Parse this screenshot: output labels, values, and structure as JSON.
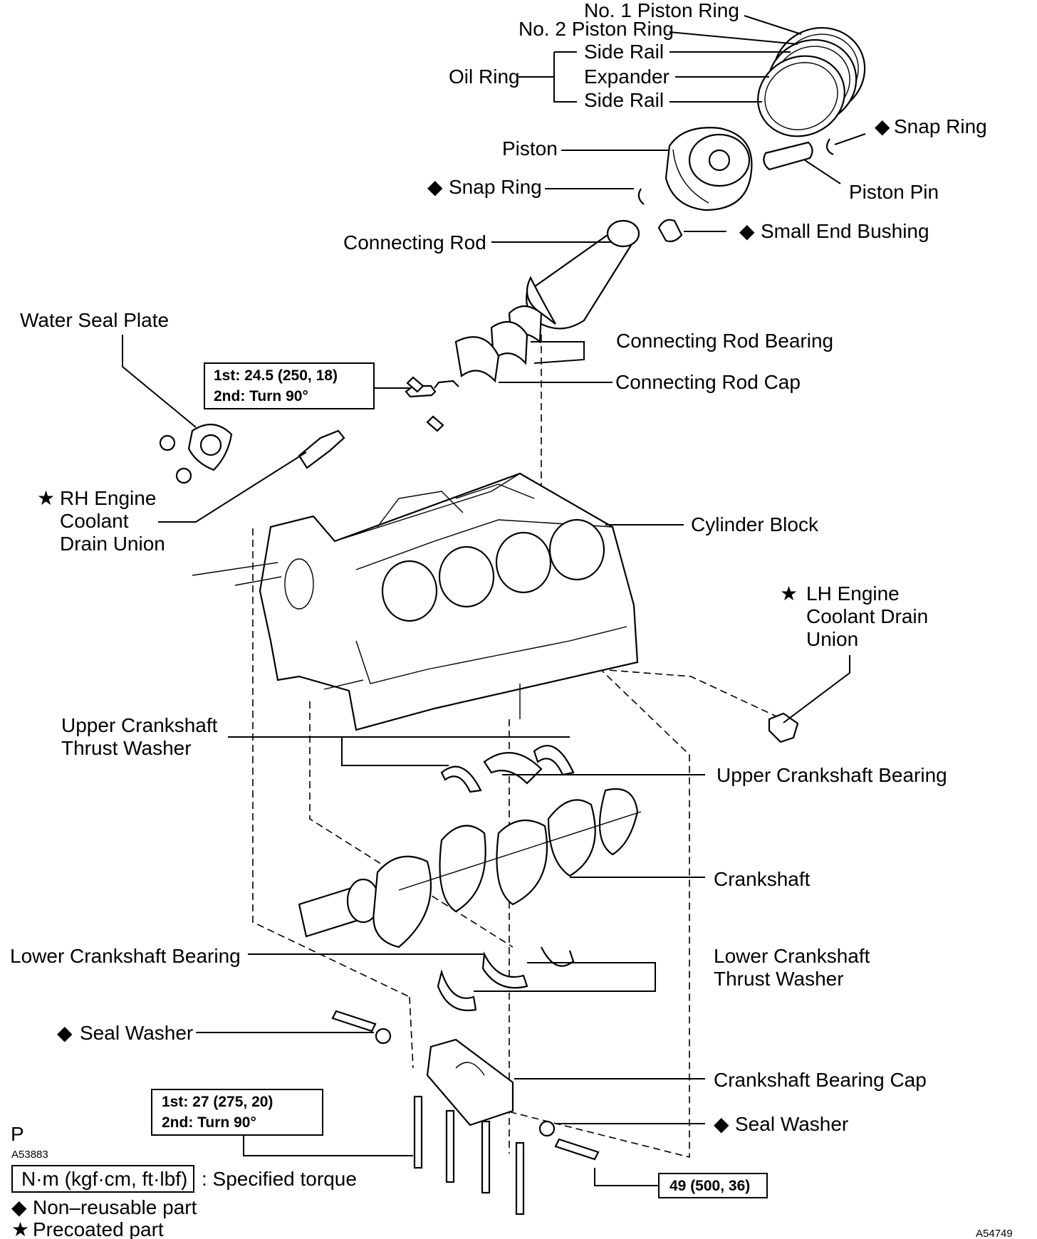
{
  "labels": {
    "no1_piston_ring": "No. 1 Piston Ring",
    "no2_piston_ring": "No. 2 Piston Ring",
    "oil_ring": "Oil Ring",
    "side_rail_top": "Side Rail",
    "expander": "Expander",
    "side_rail_bottom": "Side Rail",
    "piston": "Piston",
    "snap_ring_right": "Snap Ring",
    "snap_ring_left": "Snap Ring",
    "piston_pin": "Piston Pin",
    "connecting_rod": "Connecting Rod",
    "small_end_bushing": "Small End Bushing",
    "water_seal_plate": "Water Seal Plate",
    "connecting_rod_bearing": "Connecting Rod Bearing",
    "connecting_rod_cap": "Connecting Rod Cap",
    "rh_drain_union_line1": "RH Engine",
    "rh_drain_union_line2": "Coolant",
    "rh_drain_union_line3": "Drain Union",
    "cylinder_block": "Cylinder Block",
    "lh_drain_union_line1": "LH Engine",
    "lh_drain_union_line2": "Coolant Drain",
    "lh_drain_union_line3": "Union",
    "upper_thrust_washer_line1": "Upper Crankshaft",
    "upper_thrust_washer_line2": "Thrust Washer",
    "upper_crankshaft_bearing": "Upper Crankshaft Bearing",
    "crankshaft": "Crankshaft",
    "lower_crankshaft_bearing": "Lower Crankshaft Bearing",
    "lower_thrust_washer_line1": "Lower Crankshaft",
    "lower_thrust_washer_line2": "Thrust Washer",
    "seal_washer_left": "Seal Washer",
    "crankshaft_bearing_cap": "Crankshaft Bearing Cap",
    "seal_washer_right": "Seal Washer"
  },
  "torque": {
    "rod_cap_1st": "1st: 24.5 (250, 18)",
    "rod_cap_2nd": "2nd: Turn 90°",
    "bearing_cap_1st": "1st: 27 (275, 20)",
    "bearing_cap_2nd": "2nd: Turn 90°",
    "side_bolt": "49 (500, 36)"
  },
  "legend": {
    "torque_unit": "N·m (kgf·cm, ft·lbf)",
    "torque_desc": ": Specified torque",
    "non_reusable": "Non–reusable part",
    "precoated": "Precoated part"
  },
  "symbols": {
    "non_reusable": "◆",
    "precoated": "★"
  },
  "figure_codes": {
    "p_mark": "P",
    "left_code": "A53883",
    "right_code": "A54749"
  }
}
